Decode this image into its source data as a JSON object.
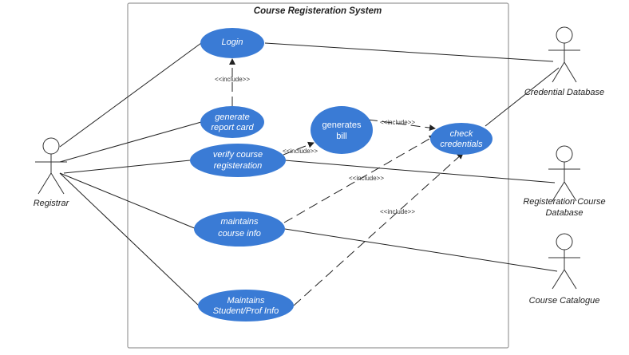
{
  "system": {
    "title": "Course Registeration System"
  },
  "colors": {
    "usecase_fill": "#3a7bd5",
    "line": "#333333",
    "text_on_usecase": "#ffffff"
  },
  "use_cases": {
    "login": {
      "lines": [
        "Login"
      ]
    },
    "report_card": {
      "lines": [
        "generate",
        "report card"
      ]
    },
    "generates_bill": {
      "lines": [
        "generates",
        "bill"
      ]
    },
    "check_credentials": {
      "lines": [
        "check",
        "credentials"
      ]
    },
    "verify_course": {
      "lines": [
        "verify course",
        "registeration"
      ]
    },
    "maintains_course": {
      "lines": [
        "maintains",
        "course info"
      ]
    },
    "maintains_student": {
      "lines": [
        "Maintains",
        "Student/Prof Info"
      ]
    }
  },
  "actors": {
    "registrar": {
      "lines": [
        "Registrar"
      ]
    },
    "credential_db": {
      "lines": [
        "Credential Database"
      ]
    },
    "registration_db": {
      "lines": [
        "Registeration Course",
        "Database"
      ]
    },
    "course_catalogue": {
      "lines": [
        "Course Catalogue"
      ]
    }
  },
  "include_label": "<<include>>"
}
